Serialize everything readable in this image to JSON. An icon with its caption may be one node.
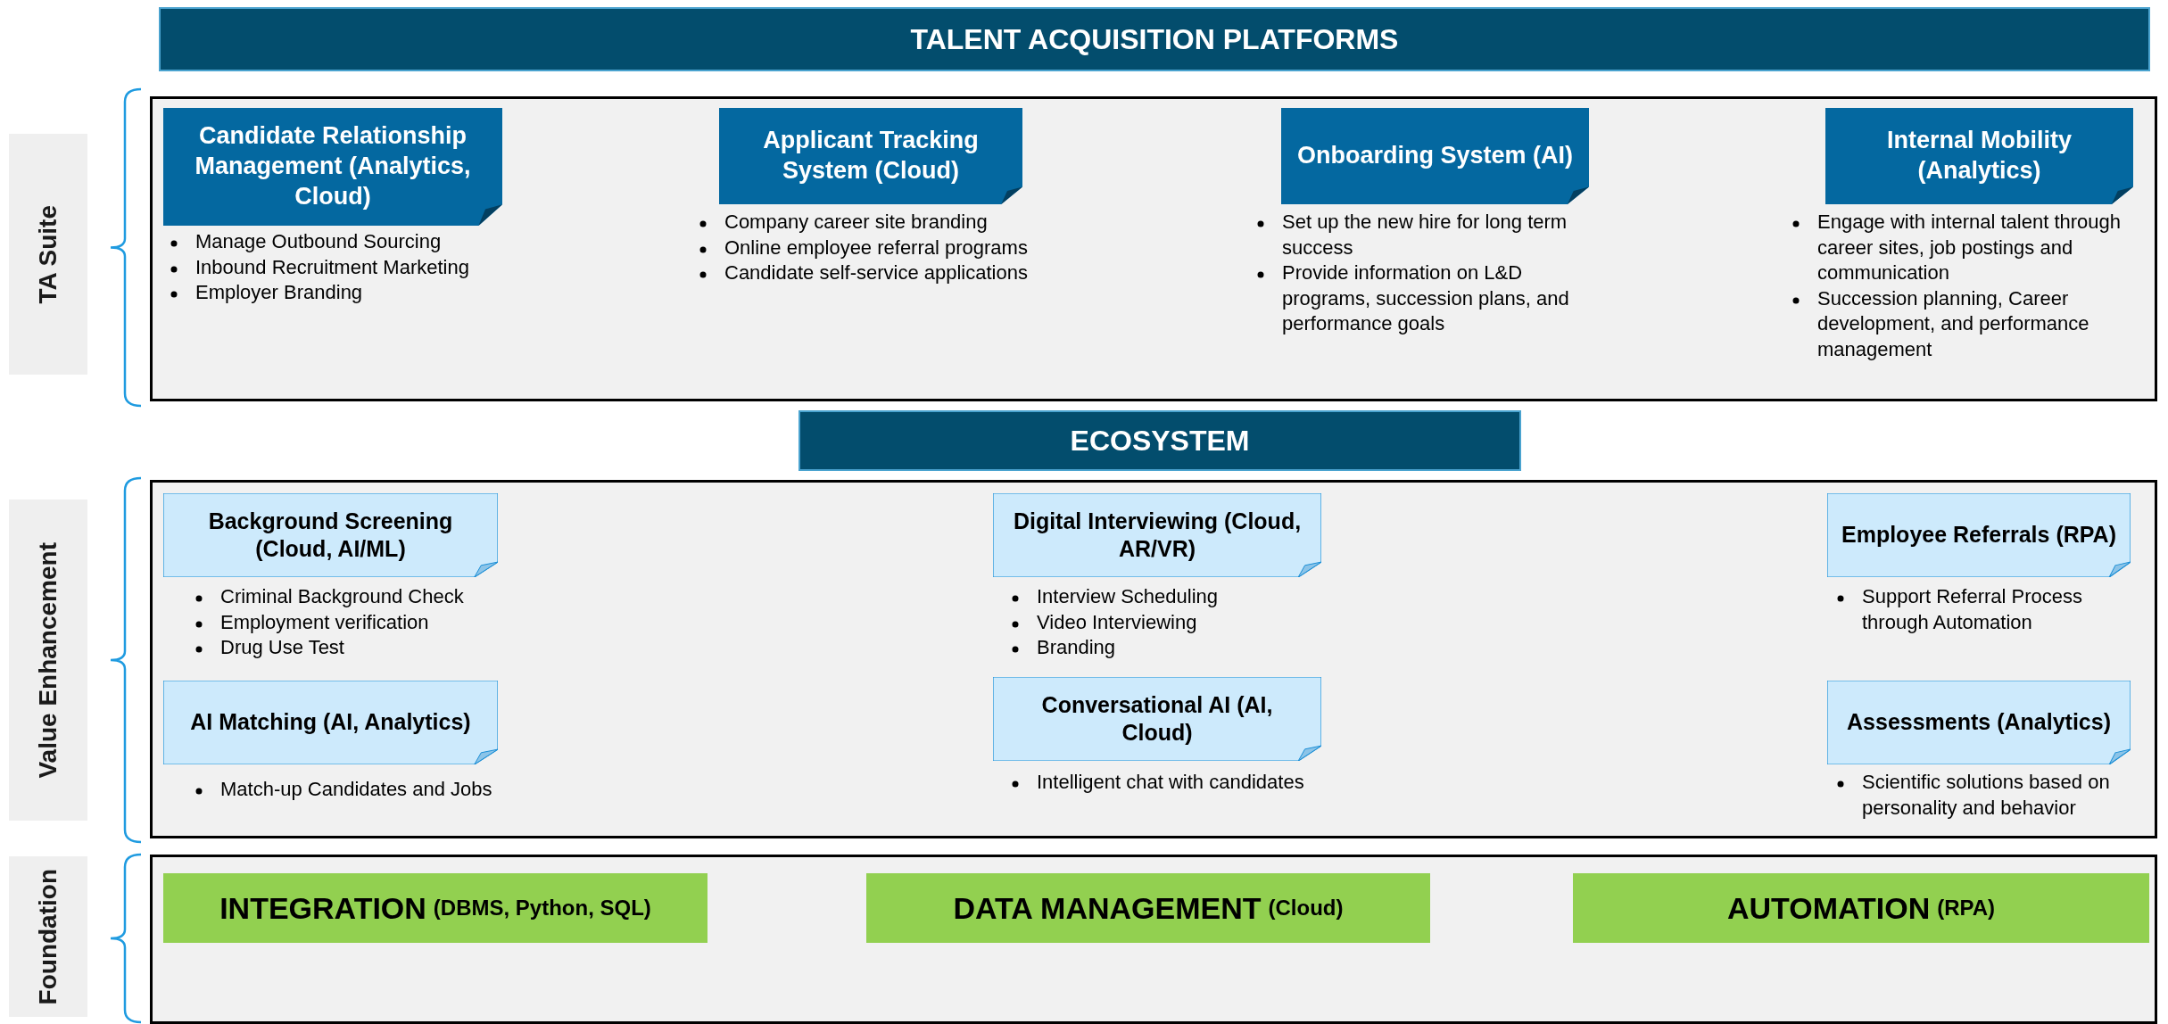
{
  "diagram": {
    "title": "TALENT ACQUISITION PLATFORMS",
    "nodes": [
      {
        "text": [
          "TA Suite"
        ]
      },
      {
        "text": [],
        "shape": "box"
      },
      {
        "text": [
          "Candidate Relationship Management (Analytics, Cloud)"
        ],
        "in": 1,
        "beside": [
          "Manage Outbound Sourcing",
          "Inbound Recruitment Marketing",
          "Employer Branding"
        ]
      },
      {
        "text": [
          "Applicant Tracking System (Cloud)"
        ],
        "in": 1,
        "beside": [
          "Company career site branding",
          "Online employee referral programs",
          "Candidate self-service applications"
        ]
      },
      {
        "text": [
          "Onboarding System (AI)"
        ],
        "in": 1,
        "beside": [
          "Set up the new hire for long term success",
          "Provide information on L&D programs, succession plans, and performance goals"
        ]
      },
      {
        "text": [
          "Internal Mobility (Analytics)"
        ],
        "in": 1,
        "beside": [
          "Engage with internal talent through career sites, job postings and communication",
          "Succession planning, Career development, and performance management"
        ]
      },
      {
        "text": [
          "ECOSYSTEM"
        ]
      },
      {
        "text": [
          "Value Enhancement"
        ]
      },
      {
        "text": [],
        "shape": "box"
      },
      {
        "text": [
          "Background Screening (Cloud, AI/ML)"
        ],
        "in": 8,
        "beside": [
          "Criminal Background Check",
          "Employment verification",
          "Drug Use Test"
        ]
      },
      {
        "text": [
          "Digital Interviewing (Cloud, AR/VR)"
        ],
        "in": 8,
        "beside": [
          "Interview Scheduling",
          "Video Interviewing",
          "Branding"
        ]
      },
      {
        "text": [
          "Employee Referrals (RPA)"
        ],
        "in": 8,
        "beside": [
          "Support Referral Process through Automation"
        ]
      },
      {
        "text": [
          "AI Matching (AI, Analytics)"
        ],
        "in": 8,
        "beside": [
          "Match-up Candidates and Jobs"
        ]
      },
      {
        "text": [
          "Conversational AI (AI, Cloud)"
        ],
        "in": 8,
        "beside": [
          "Intelligent chat with candidates"
        ]
      },
      {
        "text": [
          "Assessments (Analytics)"
        ],
        "in": 8,
        "beside": [
          "Scientific solutions based on personality and behavior"
        ]
      },
      {
        "text": [
          "Foundation"
        ]
      },
      {
        "text": [],
        "shape": "box"
      },
      {
        "text": [
          "INTEGRATION",
          "(DBMS, Python, SQL)"
        ],
        "in": 16
      },
      {
        "text": [
          "DATA MANAGEMENT",
          "(Cloud)"
        ],
        "in": 16
      },
      {
        "text": [
          "AUTOMATION",
          "(RPA)"
        ],
        "in": 16
      }
    ]
  }
}
